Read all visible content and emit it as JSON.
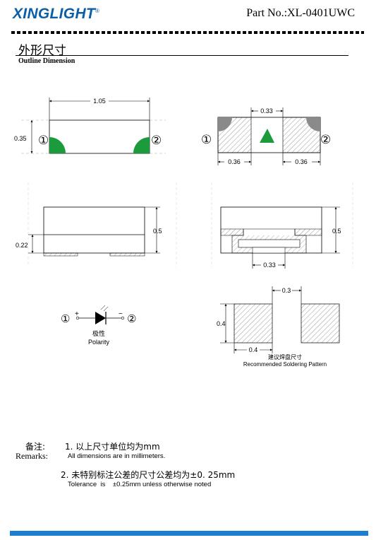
{
  "header": {
    "brand": "XINGLIGHT",
    "brand_mark": "®",
    "part_number": "Part No.:XL-0401UWC"
  },
  "section": {
    "title_cn": "外形尺寸",
    "title_en": "Outline Dimension"
  },
  "drawing": {
    "top_view": {
      "width": "1.05",
      "height": "0.35",
      "pin1": "①",
      "pin2": "②"
    },
    "bottom_view": {
      "pad_gap": "0.33",
      "pad_left": "0.36",
      "pad_right": "0.36",
      "pin1": "①",
      "pin2": "②"
    },
    "side_view": {
      "height": "0.5",
      "lens_height": "0.22"
    },
    "front_view": {
      "height": "0.5",
      "gap": "0.33"
    },
    "polarity": {
      "pin1": "①",
      "plus": "+",
      "minus": "−",
      "pin2": "②",
      "label_cn": "极性",
      "label_en": "Polarity"
    },
    "soldering": {
      "gap": "0.3",
      "height": "0.4",
      "width": "0.4",
      "label_cn": "建议焊盘尺寸",
      "label_en": "Recommended Soldering Pattern"
    }
  },
  "remarks": {
    "label_cn": "备注:",
    "label_en": "Remarks:",
    "note1_cn": "1. 以上尺寸单位均为mm",
    "note1_en": "All dimensions are in millimeters.",
    "note2_cn": "2. 未特别标注公差的尺寸公差均为±0. 25mm",
    "note2_en": "Tolerance  is    ±0.25mm unless otherwise noted"
  },
  "colors": {
    "brand": "#0b5ea8",
    "led_green": "#1c9b3c",
    "footer": "#1a7fd1"
  }
}
